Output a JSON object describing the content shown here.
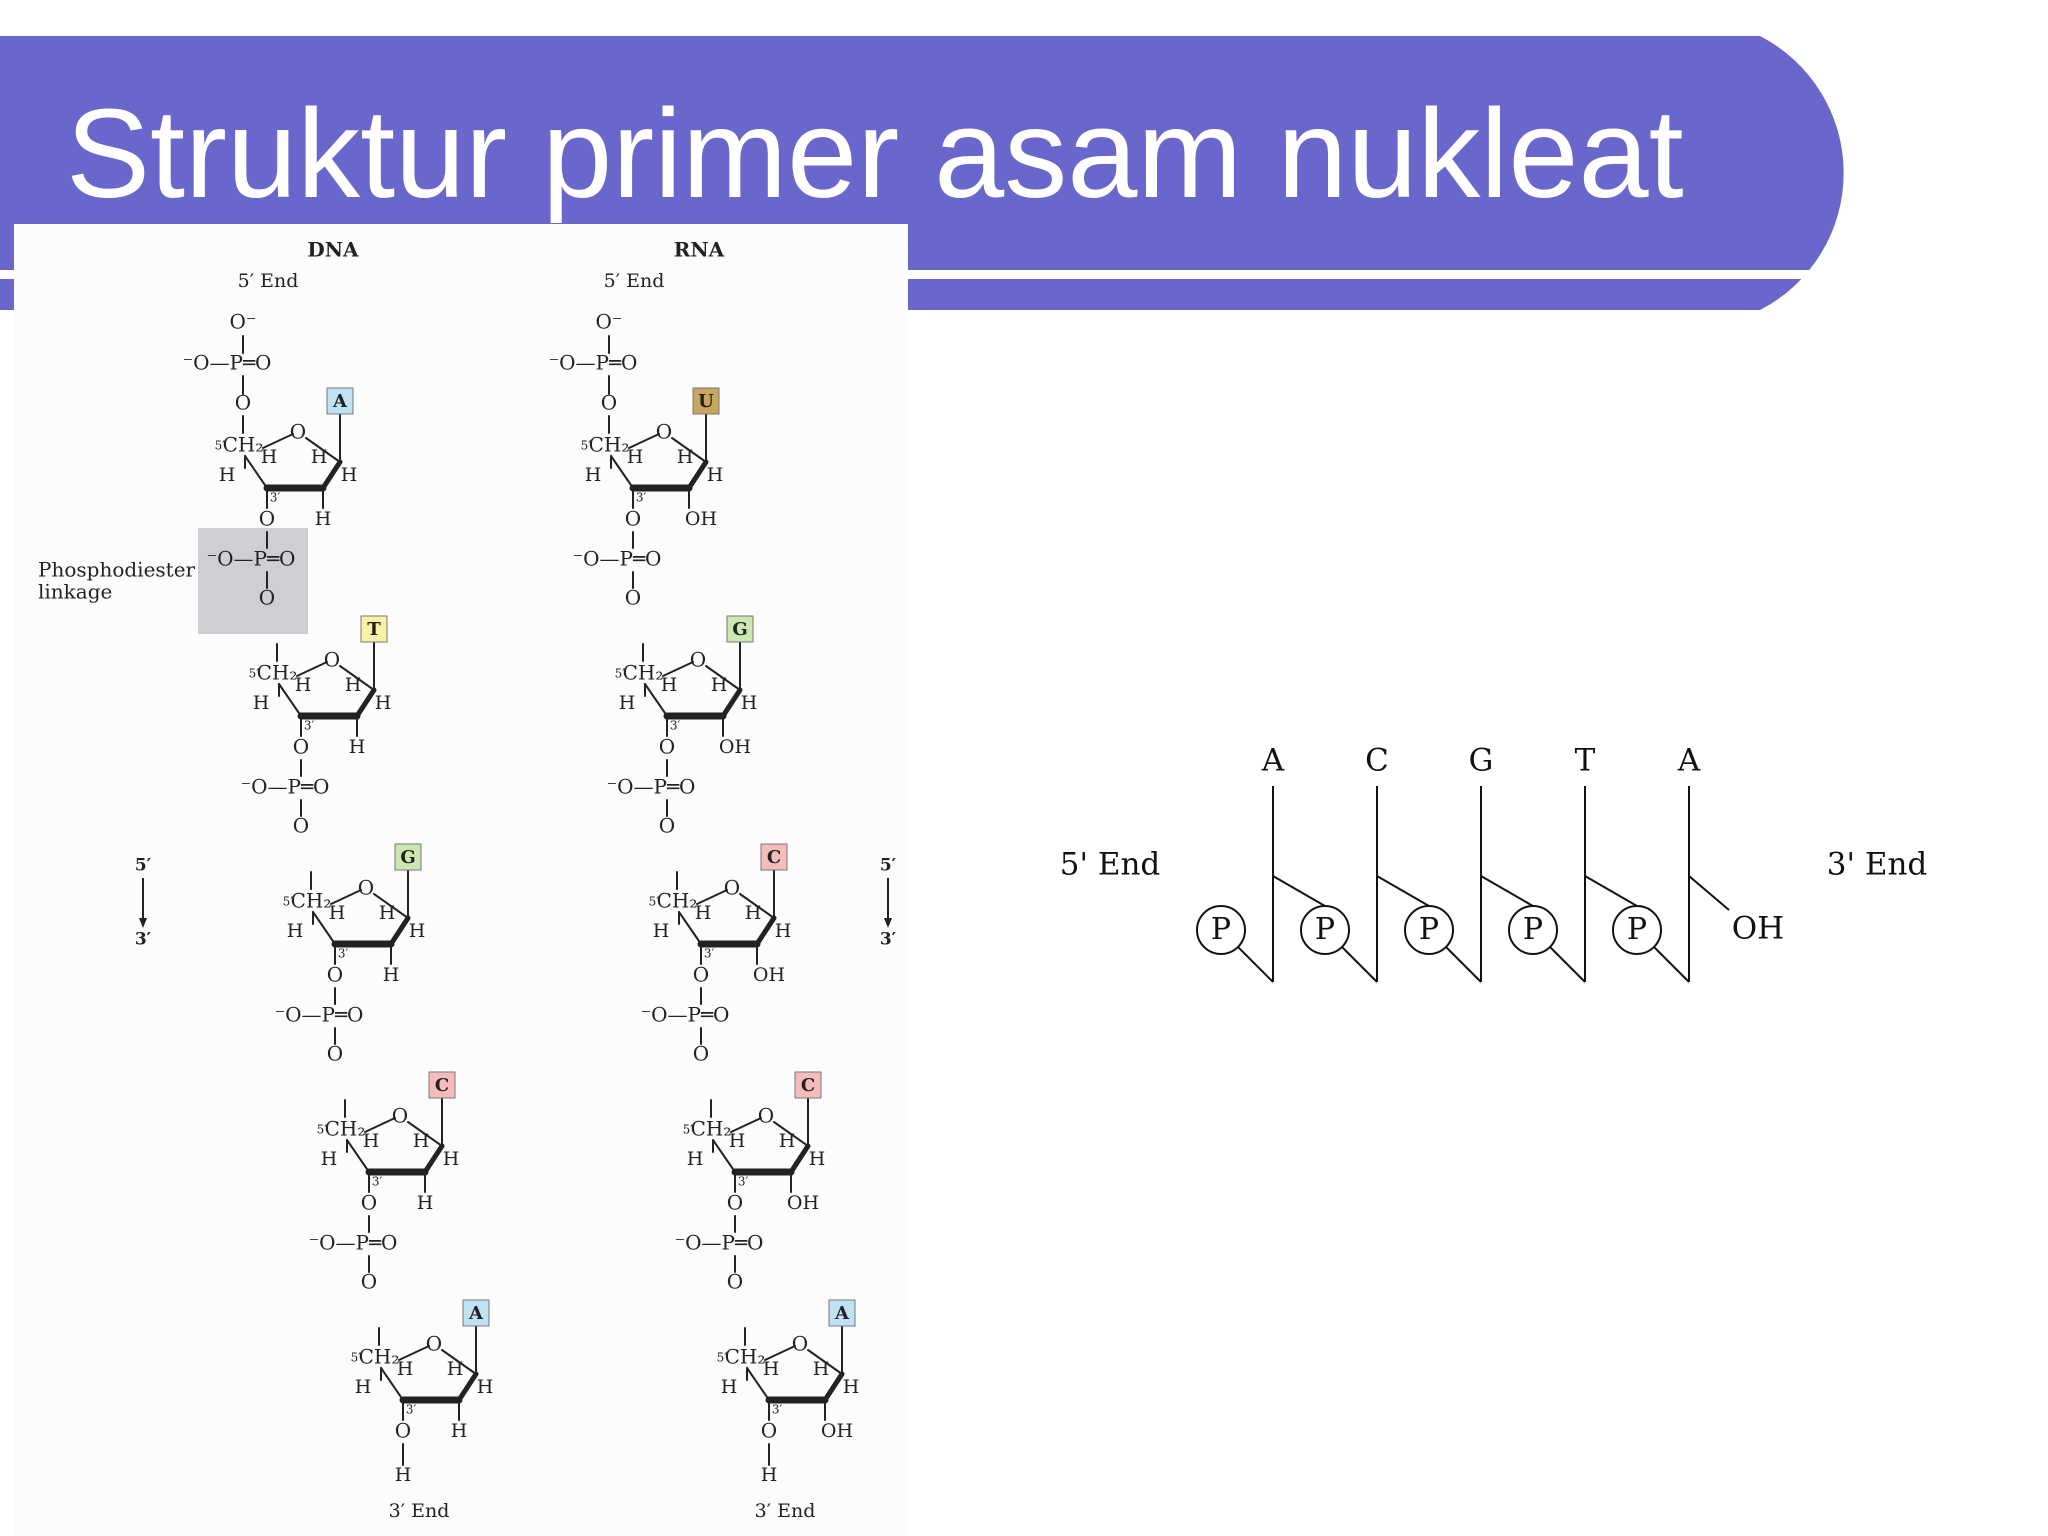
{
  "slide": {
    "title": "Struktur primer asam nukleat",
    "colors": {
      "banner": "#6a67cc",
      "line": "#ffffff",
      "phosphodiester_box": "#cfcfd3"
    }
  },
  "figure_left": {
    "dna": {
      "heading": "DNA",
      "start_label": "5′ End",
      "end_label": "3′ End",
      "bases": [
        {
          "letter": "A",
          "color": "#bfe1f3"
        },
        {
          "letter": "T",
          "color": "#f7f2a8"
        },
        {
          "letter": "G",
          "color": "#cde7b3"
        },
        {
          "letter": "C",
          "color": "#f6bcbc"
        },
        {
          "letter": "A",
          "color": "#bfe1f3"
        }
      ],
      "sugar_2prime_substituent": "H"
    },
    "rna": {
      "heading": "RNA",
      "start_label": "5′ End",
      "end_label": "3′ End",
      "bases": [
        {
          "letter": "U",
          "color": "#c9a65e"
        },
        {
          "letter": "G",
          "color": "#cde7b3"
        },
        {
          "letter": "C",
          "color": "#f6bcbc"
        },
        {
          "letter": "C",
          "color": "#f6bcbc"
        },
        {
          "letter": "A",
          "color": "#bfe1f3"
        }
      ],
      "sugar_2prime_substituent": "OH"
    },
    "phosphodiester_label": [
      "Phosphodiester",
      "linkage"
    ],
    "direction_label": {
      "top": "5′",
      "bottom": "3′"
    },
    "atom_labels": {
      "o_minus": "O⁻",
      "minus_o_p": "⁻O—P",
      "double_o": "═O",
      "o": "O",
      "h": "H",
      "ch2": "CH₂",
      "five_prime": "5′",
      "three_prime": "3′"
    }
  },
  "figure_right": {
    "start_label": "5'  End",
    "end_label": "3'  End",
    "bases": [
      "A",
      "C",
      "G",
      "T",
      "A"
    ],
    "phosphate_label": "P",
    "terminal_label": "OH"
  }
}
